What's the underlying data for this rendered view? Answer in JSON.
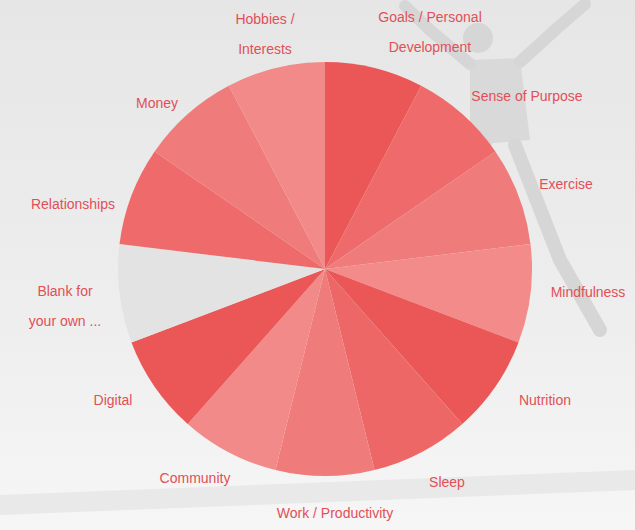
{
  "diagram": {
    "labels": [
      "Goals / Personal Development",
      "Sense of Purpose",
      "Exercise",
      "Mindfulness",
      "Nutrition",
      "Sleep",
      "Work / Productivity",
      "Community",
      "Digital",
      "Blank for your own ...",
      "Relationships",
      "Money",
      "Hobbies / Interests"
    ]
  }
}
